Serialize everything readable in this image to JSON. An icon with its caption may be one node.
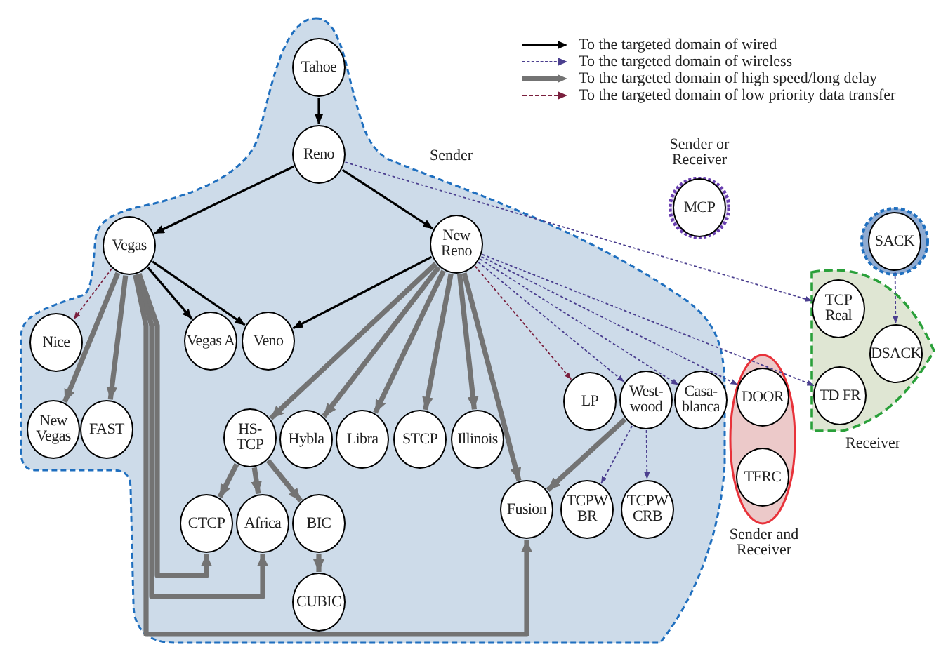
{
  "diagram": {
    "nodes": [
      {
        "text": [
          "Sender"
        ]
      },
      {
        "text": [
          "Sender or Receiver"
        ]
      },
      {
        "text": [],
        "shape": "circle"
      },
      {
        "text": [
          "Receiver"
        ]
      },
      {
        "text": [
          "Sender and Receiver"
        ]
      },
      {
        "text": [
          "Tahoe"
        ],
        "in": 0
      },
      {
        "text": [
          "Reno"
        ],
        "in": 0
      },
      {
        "text": [
          "Vegas"
        ],
        "in": 0
      },
      {
        "text": [
          "New Reno"
        ],
        "in": 0
      },
      {
        "text": [
          "Nice"
        ],
        "in": 0
      },
      {
        "text": [
          "Vegas A"
        ],
        "in": 0
      },
      {
        "text": [
          "Veno"
        ],
        "in": 0
      },
      {
        "text": [
          "New Vegas"
        ],
        "in": 0
      },
      {
        "text": [
          "FAST"
        ],
        "in": 0
      },
      {
        "text": [
          "HS- TCP"
        ],
        "in": 0
      },
      {
        "text": [
          "Hybla"
        ],
        "in": 0
      },
      {
        "text": [
          "Libra"
        ],
        "in": 0
      },
      {
        "text": [
          "STCP"
        ],
        "in": 0
      },
      {
        "text": [
          "Illinois"
        ],
        "in": 0
      },
      {
        "text": [
          "LP"
        ],
        "in": 0
      },
      {
        "text": [
          "West- wood"
        ],
        "in": 0
      },
      {
        "text": [
          "Casa- blanca"
        ],
        "in": 0
      },
      {
        "text": [
          "CTCP"
        ],
        "in": 0
      },
      {
        "text": [
          "Africa"
        ],
        "in": 0
      },
      {
        "text": [
          "BIC"
        ],
        "in": 0
      },
      {
        "text": [
          "CUBIC"
        ],
        "in": 0
      },
      {
        "text": [
          "Fusion"
        ],
        "in": 0
      },
      {
        "text": [
          "TCPW BR"
        ],
        "in": 0
      },
      {
        "text": [
          "TCPW CRB"
        ],
        "in": 0
      },
      {
        "text": [
          "MCP"
        ],
        "in": 1
      },
      {
        "text": [
          "SACK"
        ],
        "in": 2
      },
      {
        "text": [
          "TCP Real"
        ],
        "in": 3
      },
      {
        "text": [
          "DSACK"
        ],
        "in": 3
      },
      {
        "text": [
          "TD FR"
        ],
        "in": 3
      },
      {
        "text": [
          "DOOR"
        ],
        "in": 4
      },
      {
        "text": [
          "TFRC"
        ],
        "in": 4
      }
    ],
    "edges": [
      {
        "from": 5,
        "to": 6,
        "arrow": "to",
        "color": "#000000"
      },
      {
        "from": 6,
        "to": 7,
        "arrow": "to",
        "color": "#000000"
      },
      {
        "from": 6,
        "to": 8,
        "arrow": "to",
        "color": "#000000"
      },
      {
        "from": 7,
        "to": 10,
        "arrow": "to",
        "color": "#000000"
      },
      {
        "from": 7,
        "to": 11,
        "arrow": "to",
        "color": "#000000"
      },
      {
        "from": 8,
        "to": 11,
        "arrow": "to",
        "color": "#000000"
      },
      {
        "from": 7,
        "to": 12,
        "arrow": "to",
        "style": "thick",
        "color": "#737373"
      },
      {
        "from": 7,
        "to": 13,
        "arrow": "to",
        "style": "thick",
        "color": "#737373"
      },
      {
        "from": 7,
        "to": 22,
        "arrow": "to",
        "style": "thick",
        "color": "#737373"
      },
      {
        "from": 7,
        "to": 23,
        "arrow": "to",
        "style": "thick",
        "color": "#737373"
      },
      {
        "from": 7,
        "to": 26,
        "arrow": "to",
        "style": "thick",
        "color": "#737373"
      },
      {
        "from": 8,
        "to": 14,
        "arrow": "to",
        "style": "thick",
        "color": "#737373"
      },
      {
        "from": 8,
        "to": 15,
        "arrow": "to",
        "style": "thick",
        "color": "#737373"
      },
      {
        "from": 8,
        "to": 16,
        "arrow": "to",
        "style": "thick",
        "color": "#737373"
      },
      {
        "from": 8,
        "to": 17,
        "arrow": "to",
        "style": "thick",
        "color": "#737373"
      },
      {
        "from": 8,
        "to": 18,
        "arrow": "to",
        "style": "thick",
        "color": "#737373"
      },
      {
        "from": 8,
        "to": 26,
        "arrow": "to",
        "style": "thick",
        "color": "#737373"
      },
      {
        "from": 14,
        "to": 22,
        "arrow": "to",
        "style": "thick",
        "color": "#737373"
      },
      {
        "from": 14,
        "to": 23,
        "arrow": "to",
        "style": "thick",
        "color": "#737373"
      },
      {
        "from": 14,
        "to": 24,
        "arrow": "to",
        "style": "thick",
        "color": "#737373"
      },
      {
        "from": 24,
        "to": 25,
        "arrow": "to",
        "style": "thick",
        "color": "#737373"
      },
      {
        "from": 20,
        "to": 26,
        "arrow": "to",
        "style": "thick",
        "color": "#737373"
      },
      {
        "from": 6,
        "to": 31,
        "arrow": "to",
        "style": "dashed",
        "color": "#4b3f8f"
      },
      {
        "from": 8,
        "to": 20,
        "arrow": "to",
        "style": "dashed",
        "color": "#4b3f8f"
      },
      {
        "from": 8,
        "to": 21,
        "arrow": "to",
        "style": "dashed",
        "color": "#4b3f8f"
      },
      {
        "from": 8,
        "to": 34,
        "arrow": "to",
        "style": "dashed",
        "color": "#4b3f8f"
      },
      {
        "from": 8,
        "to": 33,
        "arrow": "to",
        "style": "dashed",
        "color": "#4b3f8f"
      },
      {
        "from": 20,
        "to": 27,
        "arrow": "to",
        "style": "dashed",
        "color": "#4b3f8f"
      },
      {
        "from": 20,
        "to": 28,
        "arrow": "to",
        "style": "dashed",
        "color": "#4b3f8f"
      },
      {
        "from": 30,
        "to": 32,
        "arrow": "to",
        "style": "dashed",
        "color": "#4b3f8f"
      },
      {
        "from": 7,
        "to": 9,
        "arrow": "to",
        "style": "dashed",
        "color": "#7a1f3d"
      },
      {
        "from": 8,
        "to": 19,
        "arrow": "to",
        "style": "dashed",
        "color": "#7a1f3d"
      }
    ],
    "legend": [
      {
        "text": "To the targeted domain of wired"
      },
      {
        "text": "To the targeted domain of wireless"
      },
      {
        "text": "To the targeted domain of high speed/long delay"
      },
      {
        "text": "To the targeted domain of low priority data transfer"
      }
    ]
  }
}
